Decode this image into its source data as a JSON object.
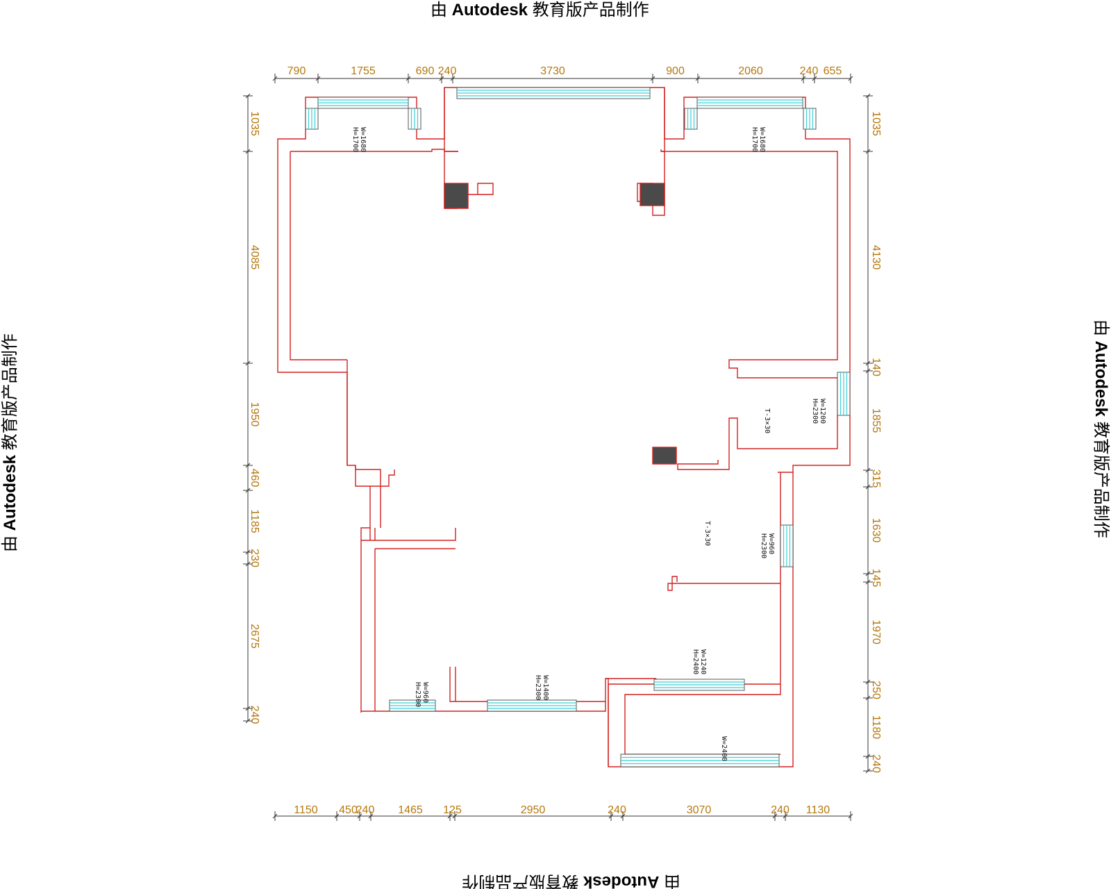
{
  "watermark": {
    "prefix": "由",
    "brand": "Autodesk",
    "suffix": "教育版产品制作"
  },
  "dimensions": {
    "top": [
      "790",
      "1755",
      "690",
      "240",
      "3730",
      "900",
      "2060",
      "240",
      "655"
    ],
    "bottom": [
      "1150",
      "450",
      "240",
      "1465",
      "125",
      "2950",
      "240",
      "3070",
      "240",
      "1130"
    ],
    "left": [
      "1035",
      "4085",
      "1950",
      "460",
      "1185",
      "230",
      "2675",
      "240"
    ],
    "right": [
      "1035",
      "4130",
      "140",
      "1855",
      "315",
      "1630",
      "145",
      "1970",
      "250",
      "1180",
      "240"
    ]
  },
  "labels": {
    "win_top_left": [
      "W=1680",
      "H=1700"
    ],
    "win_top_right": [
      "W=1680",
      "H=1700"
    ],
    "win_right_upper": [
      "W=1200",
      "H=2300"
    ],
    "room_upper": "T-3×30",
    "room_lower": "T-3×30",
    "win_right_lower": [
      "W=960",
      "H=2300"
    ],
    "win_bottom_right": [
      "W=1240",
      "H=2400"
    ],
    "win_bottom_mid": [
      "W=1400",
      "H=2300"
    ],
    "win_bottom_left": [
      "W=960",
      "H=2300"
    ],
    "balcony": "W=2400"
  },
  "colors": {
    "wall": "#d32020",
    "dimension_text": "#b5770c",
    "window_glass": "#3bcfd6",
    "column": "#4a4a4a"
  }
}
